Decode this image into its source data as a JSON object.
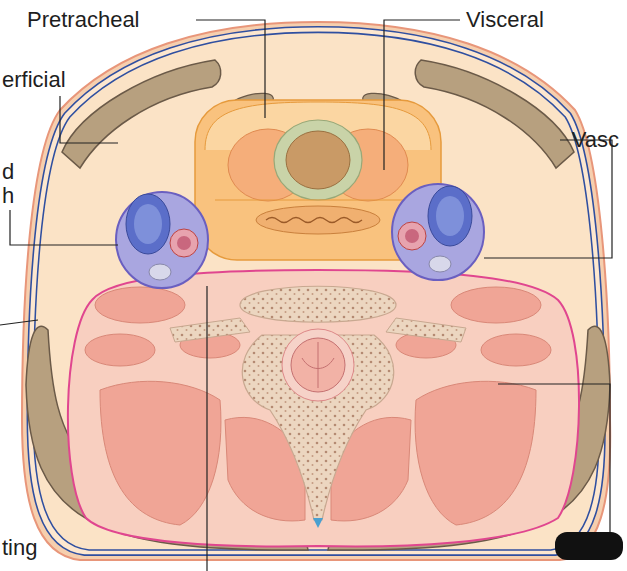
{
  "diagram": {
    "labels": [
      "Pretracheal",
      "Visceral",
      "erficial",
      "d h",
      "Vasc",
      "ting"
    ]
  }
}
